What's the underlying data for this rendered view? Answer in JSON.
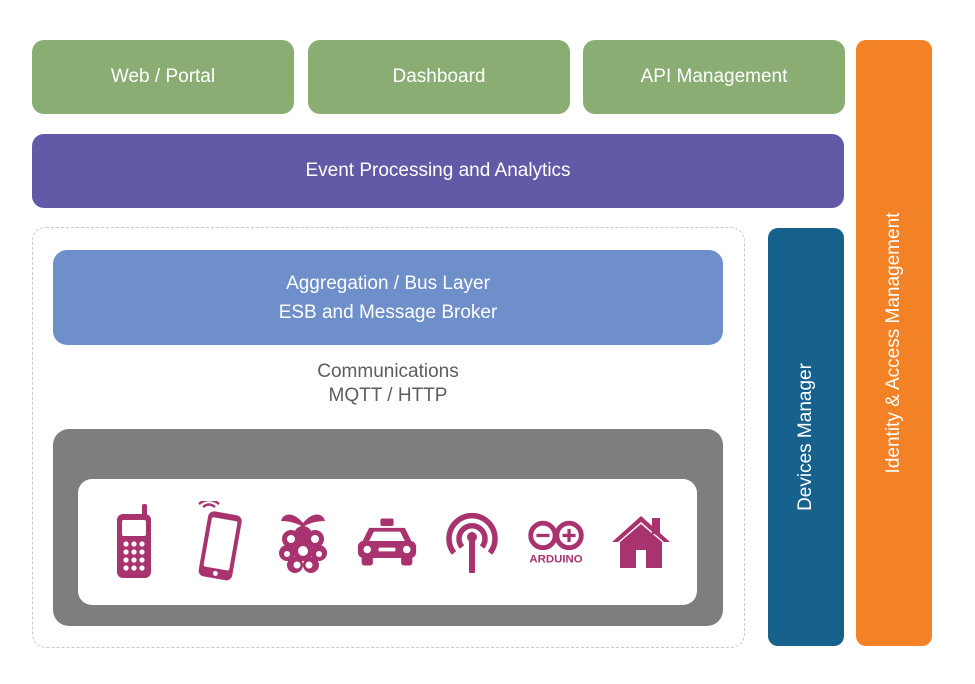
{
  "top_row": [
    {
      "label": "Web / Portal"
    },
    {
      "label": "Dashboard"
    },
    {
      "label": "API Management"
    }
  ],
  "event_layer": {
    "label": "Event Processing and Analytics"
  },
  "aggregation": {
    "line1": "Aggregation / Bus Layer",
    "line2": "ESB and Message Broker"
  },
  "communications": {
    "line1": "Communications",
    "line2": "MQTT / HTTP"
  },
  "devices": {
    "icons": [
      "mobile-phone-icon",
      "tablet-icon",
      "raspberry-pi-icon",
      "car-icon",
      "wireless-antenna-icon",
      "arduino-logo-icon",
      "house-icon"
    ],
    "arduino_text": "ARDUINO",
    "icon_color": "#a8336f"
  },
  "devices_manager": {
    "label": "Devices Manager"
  },
  "identity": {
    "label": "Identity & Access Management"
  },
  "colors": {
    "green": "#8aad73",
    "purple": "#625aa7",
    "blue": "#6e8fca",
    "grey": "#7d7e7d",
    "teal": "#17618d",
    "orange": "#f38125",
    "magenta": "#a8336f"
  }
}
